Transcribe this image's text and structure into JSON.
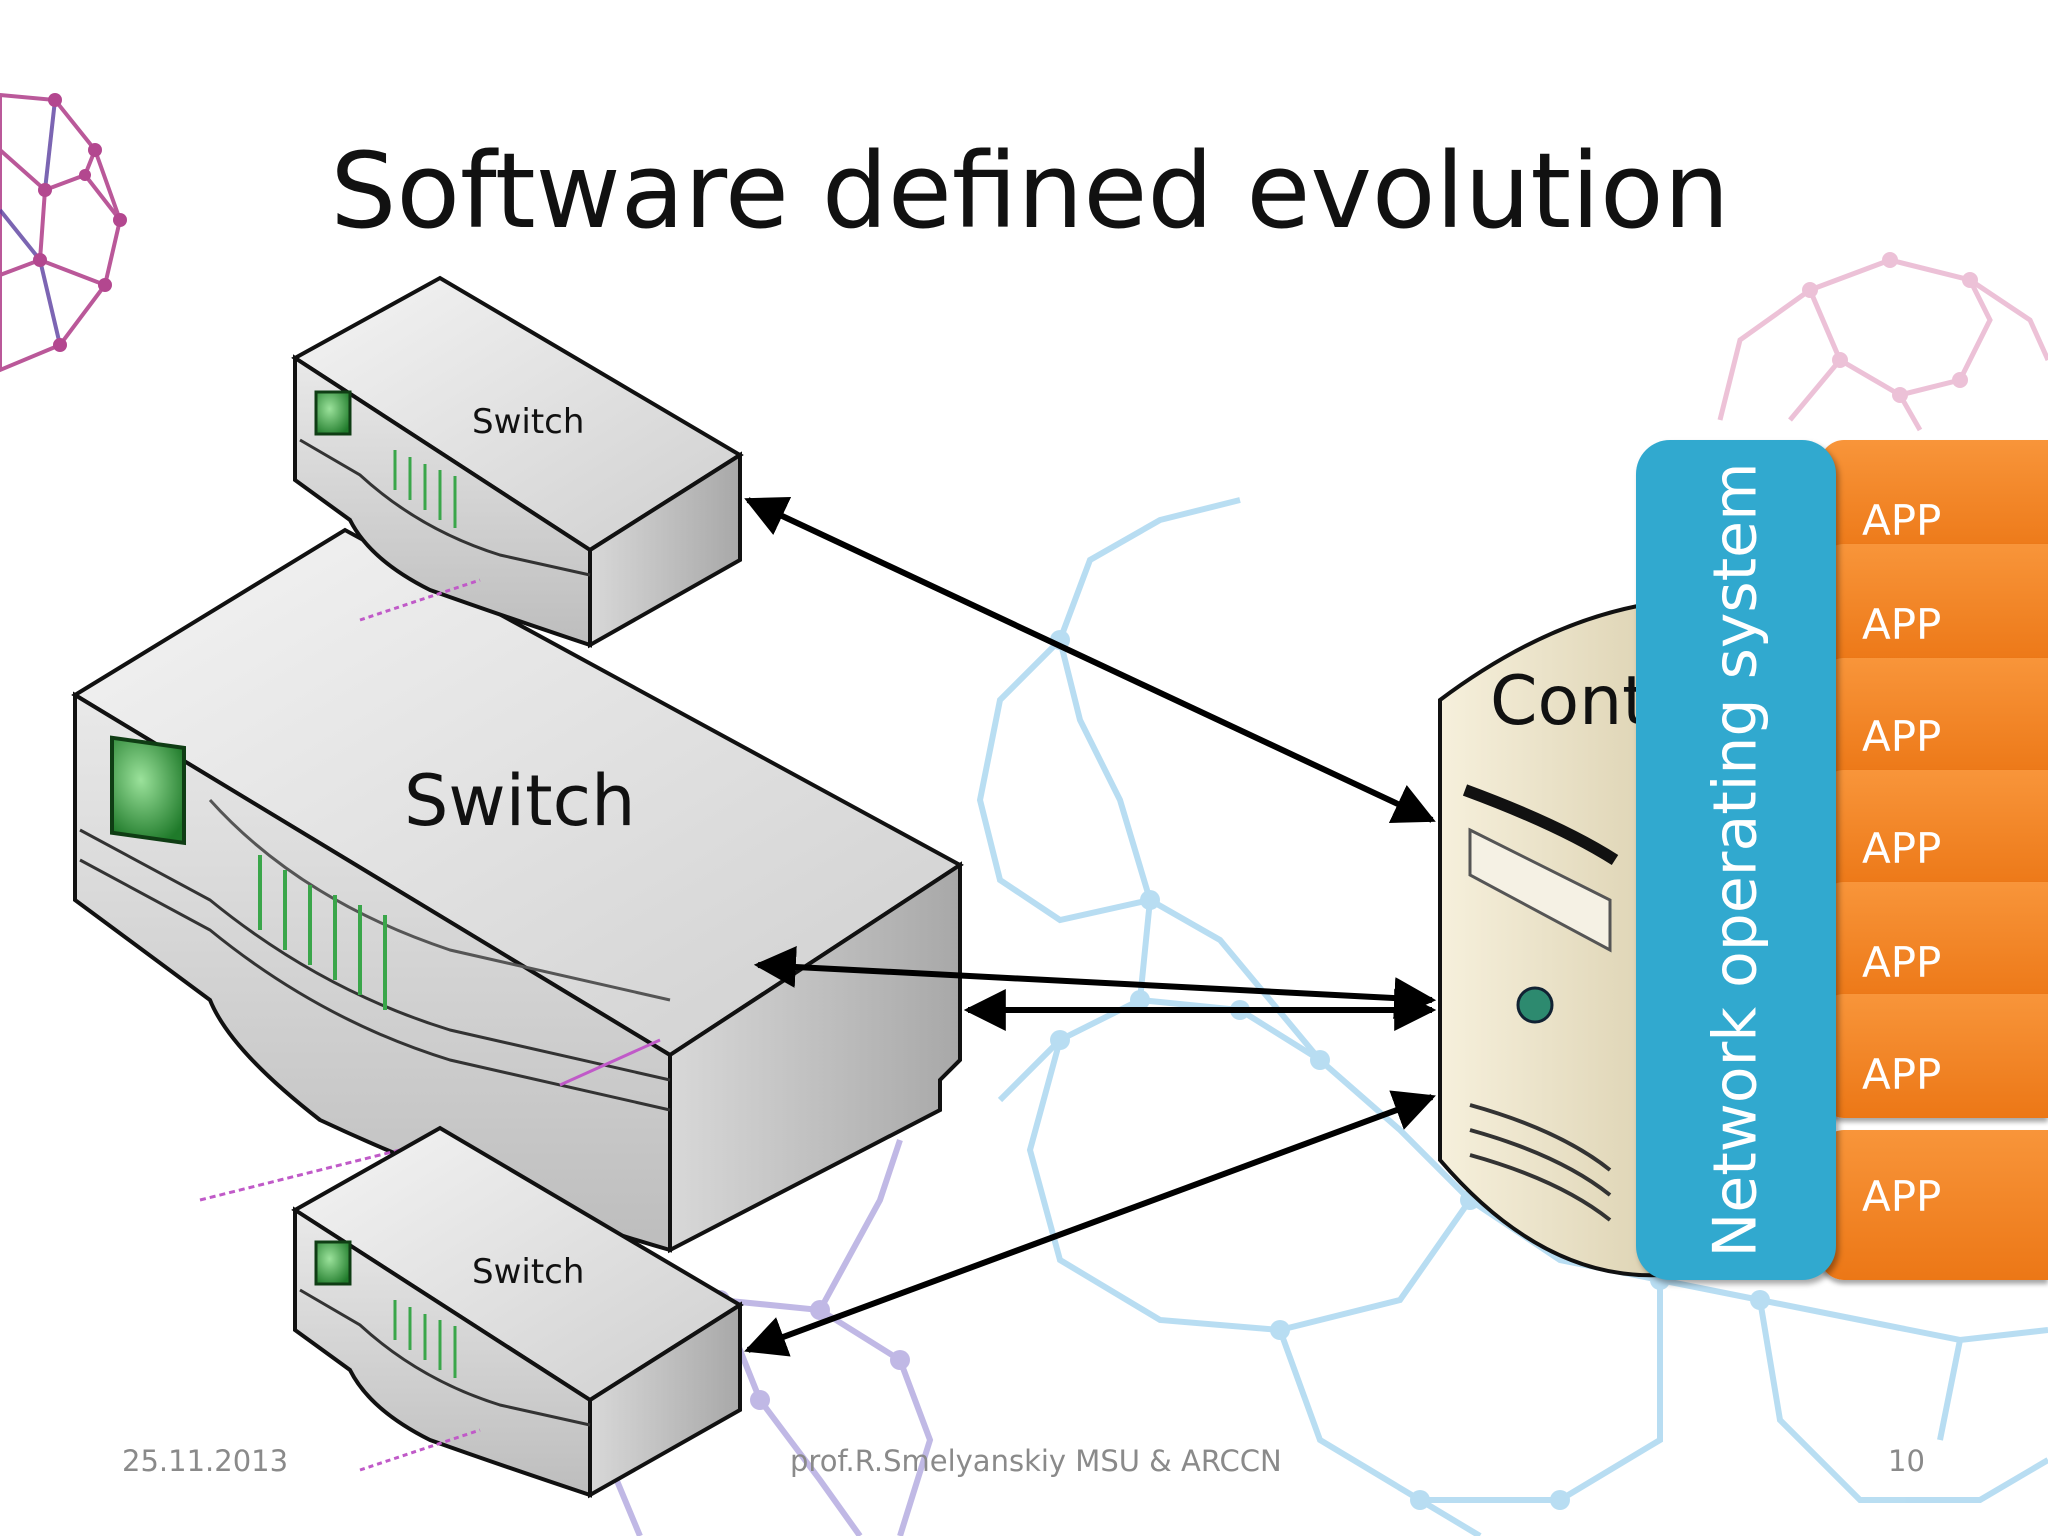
{
  "slide": {
    "title": "Software defined evolution",
    "switch_top_label": "Switch",
    "switch_main_label": "Switch",
    "switch_bottom_label": "Switch",
    "controller_label": "Cont",
    "nos_label": "Network operating system",
    "apps": [
      "APP",
      "APP",
      "APP",
      "APP",
      "APP",
      "APP",
      "APP"
    ],
    "footer": {
      "date": "25.11.2013",
      "author": "prof.R.Smelyanskiy MSU & ARCCN",
      "page": "10"
    }
  },
  "colors": {
    "nos_panel": "#31a9cf",
    "app_orange": "#f18423",
    "switch_led": "#2e9b3a",
    "controller_beige": "#eee4c8"
  },
  "icons": [
    "switch-device-icon",
    "controller-server-icon",
    "buckyball-decoration"
  ]
}
